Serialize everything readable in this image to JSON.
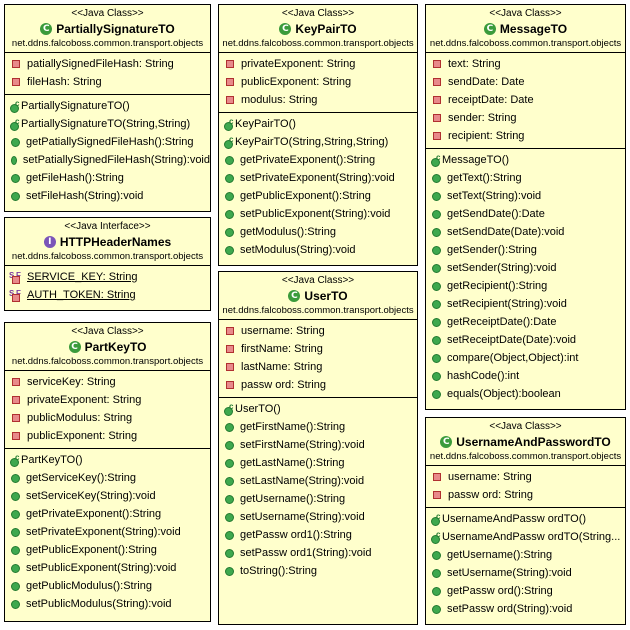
{
  "classes": {
    "partially_signature": {
      "stereotype": "<<Java Class>>",
      "name": "PartiallySignatureTO",
      "package": "net.ddns.falcoboss.common.transport.objects",
      "fields": [
        "patiallySignedFileHash: String",
        "fileHash: String"
      ],
      "constructors": [
        "PartiallySignatureTO()",
        "PartiallySignatureTO(String,String)"
      ],
      "methods": [
        "getPatiallySignedFileHash():String",
        "setPatiallySignedFileHash(String):void",
        "getFileHash():String",
        "setFileHash(String):void"
      ]
    },
    "http_header_names": {
      "stereotype": "<<Java Interface>>",
      "name": "HTTPHeaderNames",
      "package": "net.ddns.falcoboss.common.transport.objects",
      "constants": [
        "SERVICE_KEY: String",
        "AUTH_TOKEN: String"
      ]
    },
    "part_key": {
      "stereotype": "<<Java Class>>",
      "name": "PartKeyTO",
      "package": "net.ddns.falcoboss.common.transport.objects",
      "fields": [
        "serviceKey: String",
        "privateExponent: String",
        "publicModulus: String",
        "publicExponent: String"
      ],
      "constructors": [
        "PartKeyTO()"
      ],
      "methods": [
        "getServiceKey():String",
        "setServiceKey(String):void",
        "getPrivateExponent():String",
        "setPrivateExponent(String):void",
        "getPublicExponent():String",
        "setPublicExponent(String):void",
        "getPublicModulus():String",
        "setPublicModulus(String):void"
      ]
    },
    "key_pair": {
      "stereotype": "<<Java Class>>",
      "name": "KeyPairTO",
      "package": "net.ddns.falcoboss.common.transport.objects",
      "fields": [
        "privateExponent: String",
        "publicExponent: String",
        "modulus: String"
      ],
      "constructors": [
        "KeyPairTO()",
        "KeyPairTO(String,String,String)"
      ],
      "methods": [
        "getPrivateExponent():String",
        "setPrivateExponent(String):void",
        "getPublicExponent():String",
        "setPublicExponent(String):void",
        "getModulus():String",
        "setModulus(String):void"
      ]
    },
    "user": {
      "stereotype": "<<Java Class>>",
      "name": "UserTO",
      "package": "net.ddns.falcoboss.common.transport.objects",
      "fields": [
        "username: String",
        "firstName: String",
        "lastName: String",
        "passw ord: String"
      ],
      "constructors": [
        "UserTO()"
      ],
      "methods": [
        "getFirstName():String",
        "setFirstName(String):void",
        "getLastName():String",
        "setLastName(String):void",
        "getUsername():String",
        "setUsername(String):void",
        "getPassw ord1():String",
        "setPassw ord1(String):void",
        "toString():String"
      ]
    },
    "message": {
      "stereotype": "<<Java Class>>",
      "name": "MessageTO",
      "package": "net.ddns.falcoboss.common.transport.objects",
      "fields": [
        "text: String",
        "sendDate: Date",
        "receiptDate: Date",
        "sender: String",
        "recipient: String"
      ],
      "constructors": [
        "MessageTO()"
      ],
      "methods": [
        "getText():String",
        "setText(String):void",
        "getSendDate():Date",
        "setSendDate(Date):void",
        "getSender():String",
        "setSender(String):void",
        "getRecipient():String",
        "setRecipient(String):void",
        "getReceiptDate():Date",
        "setReceiptDate(Date):void",
        "compare(Object,Object):int",
        "hashCode():int",
        "equals(Object):boolean"
      ]
    },
    "username_password": {
      "stereotype": "<<Java Class>>",
      "name": "UsernameAndPasswordTO",
      "package": "net.ddns.falcoboss.common.transport.objects",
      "fields": [
        "username: String",
        "passw ord: String"
      ],
      "constructors": [
        "UsernameAndPassw ordTO()",
        "UsernameAndPassw ordTO(String..."
      ],
      "methods": [
        "getUsername():String",
        "setUsername(String):void",
        "getPassw ord():String",
        "setPassw ord(String):void"
      ]
    }
  }
}
